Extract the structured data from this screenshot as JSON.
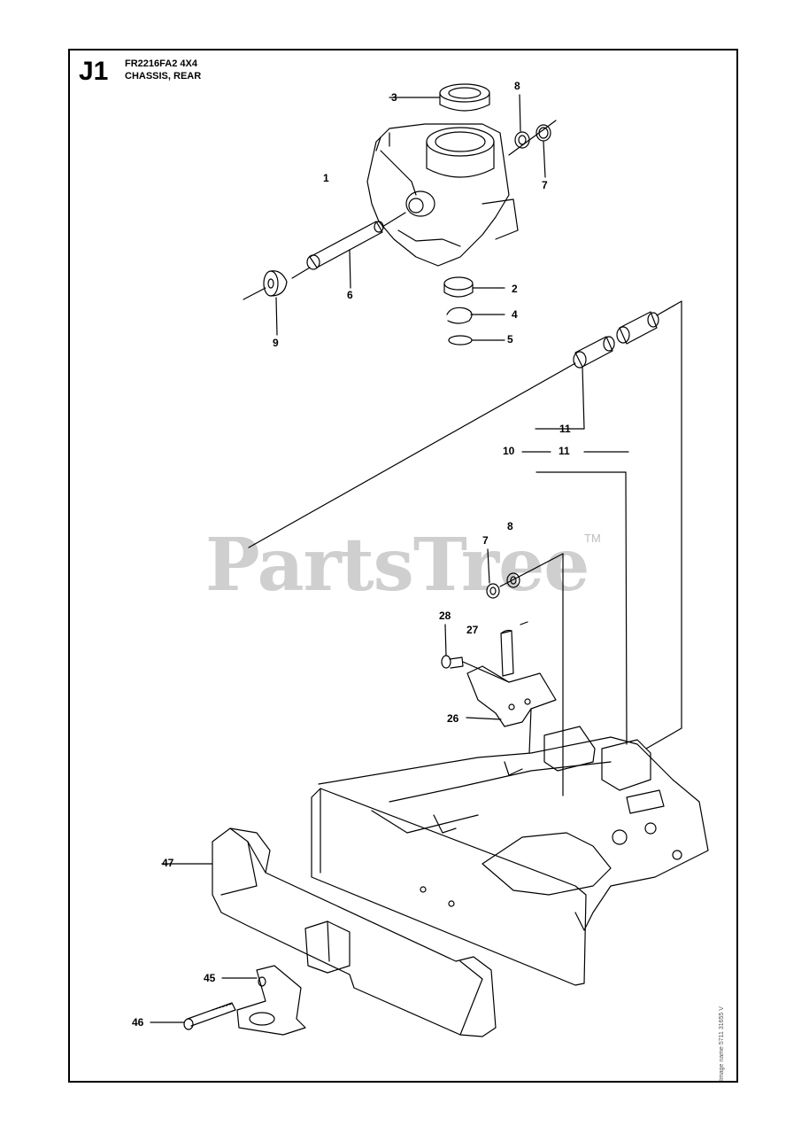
{
  "header": {
    "section_code": "J1",
    "model": "FR2216FA2 4X4",
    "title": "CHASSIS, REAR"
  },
  "watermark": {
    "text": "PartsTree",
    "trademark": "TM",
    "color": "#cfcfcf"
  },
  "side_code": "Image name 5711 31655 V",
  "callouts": {
    "c1": "1",
    "c2": "2",
    "c3": "3",
    "c4": "4",
    "c5": "5",
    "c6": "6",
    "c7a": "7",
    "c7b": "7",
    "c8a": "8",
    "c8b": "8",
    "c9": "9",
    "c10": "10",
    "c11a": "11",
    "c11b": "11",
    "c26": "26",
    "c27": "27",
    "c28": "28",
    "c45": "45",
    "c46": "46",
    "c47": "47"
  }
}
